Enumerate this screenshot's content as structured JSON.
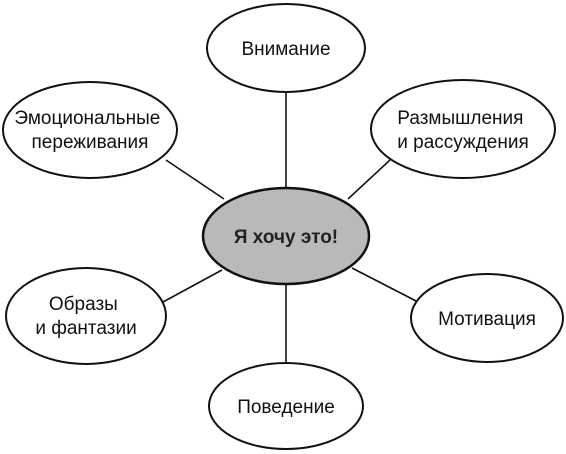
{
  "center": {
    "label": "Я хочу это!"
  },
  "nodes": {
    "attention": {
      "lines": [
        "Внимание"
      ]
    },
    "thinking": {
      "lines": [
        "Размышления",
        "и рассуждения"
      ]
    },
    "motivation": {
      "lines": [
        "Мотивация"
      ]
    },
    "behavior": {
      "lines": [
        "Поведение"
      ]
    },
    "images": {
      "lines": [
        "Образы",
        "и фантазии"
      ]
    },
    "emotions": {
      "lines": [
        "Эмоциональные",
        "переживания"
      ]
    }
  },
  "colors": {
    "center_fill": "#b9b9b9",
    "node_fill": "#ffffff",
    "stroke": "#111111"
  }
}
